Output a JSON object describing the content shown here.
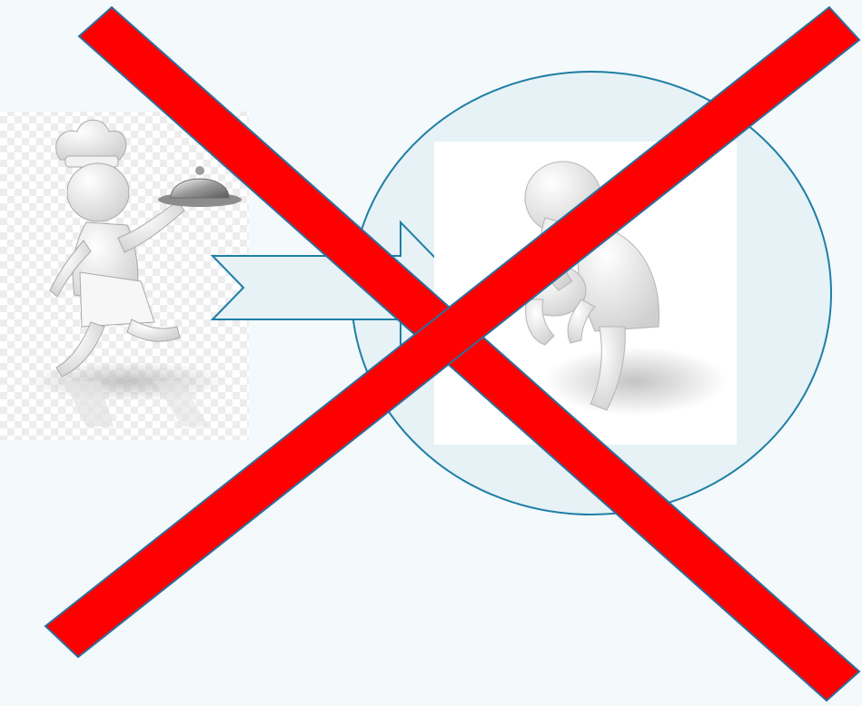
{
  "slide": {
    "background": "#f4f9fb",
    "accent_outline": "#1f7fa5",
    "shape_fill": "#e6f2f6",
    "cross_color": "#ff0000",
    "cross_outline": "#2b6f9c"
  },
  "left_figure": {
    "icon": "chef-carrying-serving-tray-figure",
    "background": "checkerboard"
  },
  "connector": {
    "icon": "arrow-right-notched"
  },
  "right_figure": {
    "icon": "sad-sitting-figure-head-in-hand",
    "background": "#ffffff"
  },
  "overlay": {
    "icon": "red-x-cross"
  }
}
